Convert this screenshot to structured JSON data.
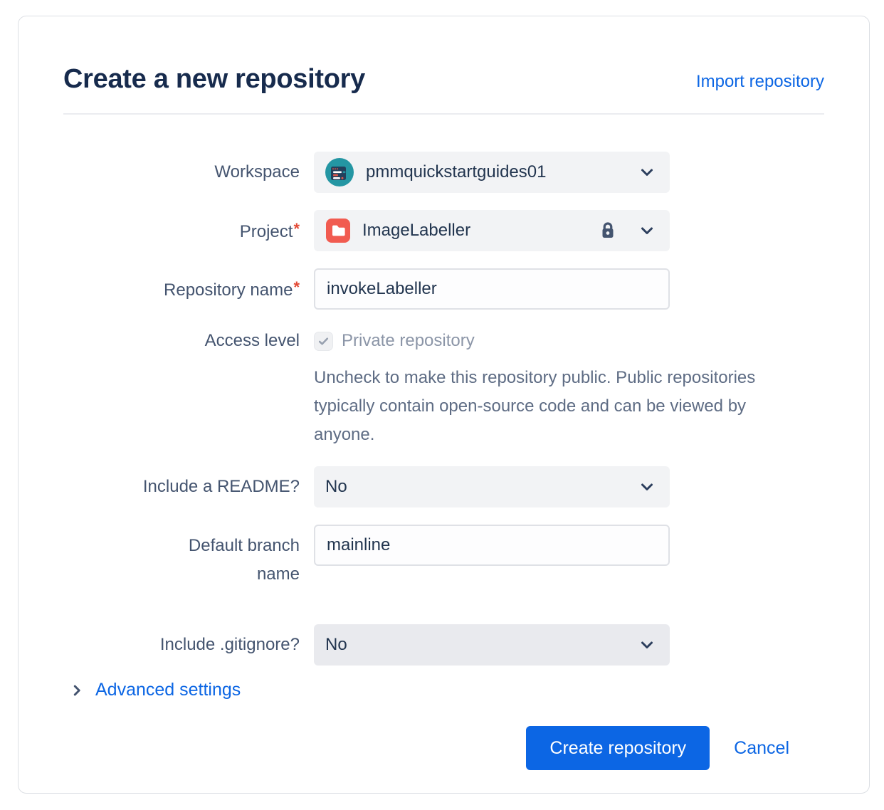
{
  "dialog": {
    "title": "Create a new repository",
    "import_link": "Import repository"
  },
  "form": {
    "required_marker": "*",
    "workspace": {
      "label": "Workspace",
      "value": "pmmquickstartguides01"
    },
    "project": {
      "label": "Project",
      "value": "ImageLabeller",
      "locked": true
    },
    "repo_name": {
      "label": "Repository name",
      "value": "invokeLabeller"
    },
    "access_level": {
      "label": "Access level",
      "checkbox_label": "Private repository",
      "checkbox_checked": true,
      "description": "Uncheck to make this repository public. Public repositories typically contain open-source code and can be viewed by anyone."
    },
    "readme": {
      "label": "Include a README?",
      "value": "No"
    },
    "default_branch": {
      "label": "Default branch name",
      "value": "mainline"
    },
    "gitignore": {
      "label": "Include .gitignore?",
      "value": "No"
    },
    "advanced": {
      "label": "Advanced settings"
    }
  },
  "footer": {
    "create_label": "Create repository",
    "cancel_label": "Cancel"
  },
  "colors": {
    "title_text": "#172B4D",
    "label_text": "#44546F",
    "muted_text": "#8B95A7",
    "description_text": "#5E6C84",
    "link_blue": "#0C66E4",
    "primary_button": "#0C66E4",
    "control_background": "#F2F3F5",
    "input_border": "#DFE1E6",
    "card_border": "#DCDFE4",
    "required_red": "#E34935",
    "workspace_avatar_teal": "#2496A3",
    "project_icon_red": "#F15B50"
  }
}
